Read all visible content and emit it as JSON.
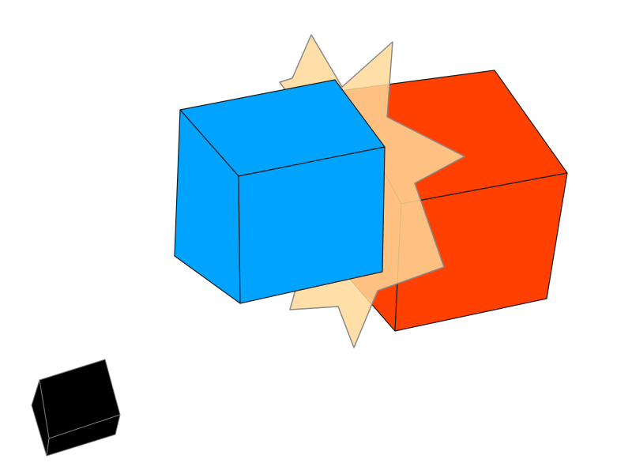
{
  "scene": {
    "background": "#ffffff",
    "objects": [
      {
        "name": "burst-star",
        "kind": "starburst",
        "fill": "#ffd898",
        "stroke": "#8a8a8a",
        "opacity": 0.85
      },
      {
        "name": "red-cube",
        "kind": "cube",
        "fill": "#ff4000",
        "stroke": "#1a1a1a"
      },
      {
        "name": "blue-cube",
        "kind": "cube",
        "fill": "#00a4ff",
        "stroke": "#1a1a1a"
      },
      {
        "name": "black-cube",
        "kind": "cube",
        "fill": "#000000",
        "stroke": "#777777"
      }
    ]
  }
}
